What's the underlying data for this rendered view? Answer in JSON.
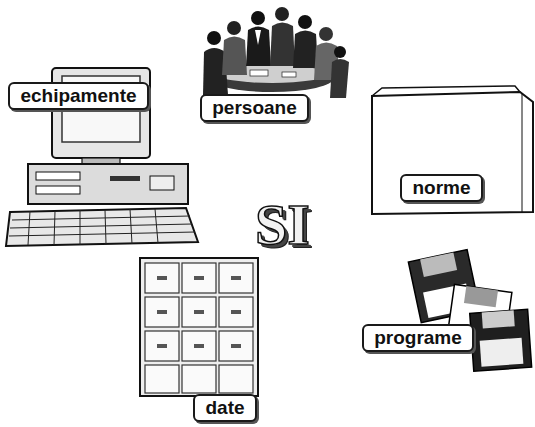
{
  "diagram": {
    "nodes": [
      {
        "text": [
          "SI"
        ]
      },
      {
        "text": [
          "echipamente"
        ]
      },
      {
        "text": [
          "persoane"
        ]
      },
      {
        "text": [
          "norme"
        ]
      },
      {
        "text": [
          "programe"
        ]
      },
      {
        "text": [
          "date"
        ]
      }
    ]
  }
}
